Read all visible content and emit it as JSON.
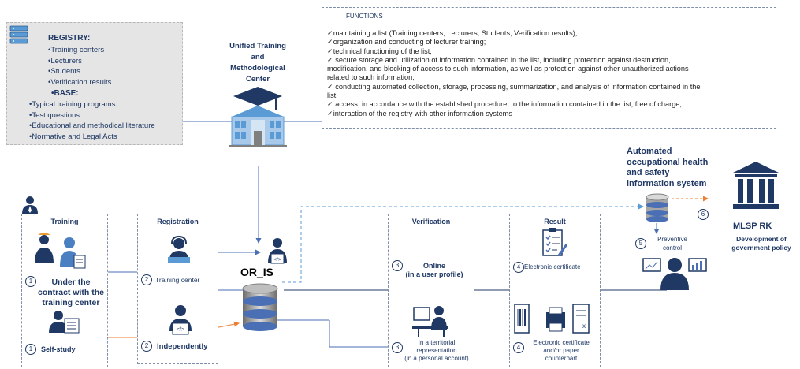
{
  "registry_box": {
    "registry_title": "REGISTRY:",
    "registry_items": [
      "•Training centers",
      "•Lecturers",
      "•Students",
      "•Verification results"
    ],
    "base_title": "•BASE:",
    "base_items": [
      "•Typical training programs",
      "•Test questions",
      "•Educational and methodical literature",
      "•Normative and Legal Acts"
    ]
  },
  "center": {
    "title_lines": [
      "Unified Training",
      "and",
      "Methodological",
      "Center"
    ]
  },
  "functions": {
    "header": "FUNCTIONS",
    "lines": [
      "✓maintaining a list (Training centers, Lecturers, Students, Verification results);",
      "✓organization and conducting of lecturer training;",
      "✓technical functioning of the list;",
      "✓ secure storage and utilization of information contained in the list, including protection against destruction,",
      "modification, and blocking of access to such information, as well as protection against other unauthorized actions",
      "related to such information;",
      "✓ conducting automated collection, storage, processing, summarization, and analysis of information contained in the",
      "list;",
      "✓ access, in accordance with the established procedure, to the information contained in the list, free of charge;",
      "✓interaction of the registry with other information systems"
    ]
  },
  "training": {
    "title": "Training",
    "item1_num": "1",
    "item1_label": "Under the contract with the training center",
    "item2_num": "1",
    "item2_label": "Self-study"
  },
  "registration": {
    "title": "Registration",
    "item1_num": "2",
    "item1_label": "Training center",
    "item2_num": "2",
    "item2_label": "Independently"
  },
  "or_is": {
    "label": "OR_IS"
  },
  "verification": {
    "title": "Verification",
    "item1_num": "3",
    "item1_label_lines": [
      "Online",
      "(in a user profile)"
    ],
    "item2_num": "3",
    "item2_label_lines": [
      "In a territorial",
      "representation",
      "(in a personal account)"
    ]
  },
  "result": {
    "title": "Result",
    "item1_num": "4",
    "item1_label": "Electronic certificate",
    "item2_num": "4",
    "item2_label_lines": [
      "Electronic certificate",
      "and/or paper",
      "counterpart"
    ]
  },
  "automated_system": {
    "title_lines": [
      "Automated",
      "occupational health",
      "and safety",
      "information system"
    ],
    "num5": "5",
    "num6": "6",
    "preventive_lines": [
      "Preventive",
      "control"
    ]
  },
  "mlsp": {
    "title": "MLSP RK",
    "subtitle_lines": [
      "Development of",
      "government policy"
    ]
  },
  "colors": {
    "navy": "#1f3864",
    "arrow_blue": "#4a6fb5",
    "orange": "#ed7d31",
    "dashed_blue": "#5b9bd5",
    "grey_box": "#e5e5e5"
  }
}
